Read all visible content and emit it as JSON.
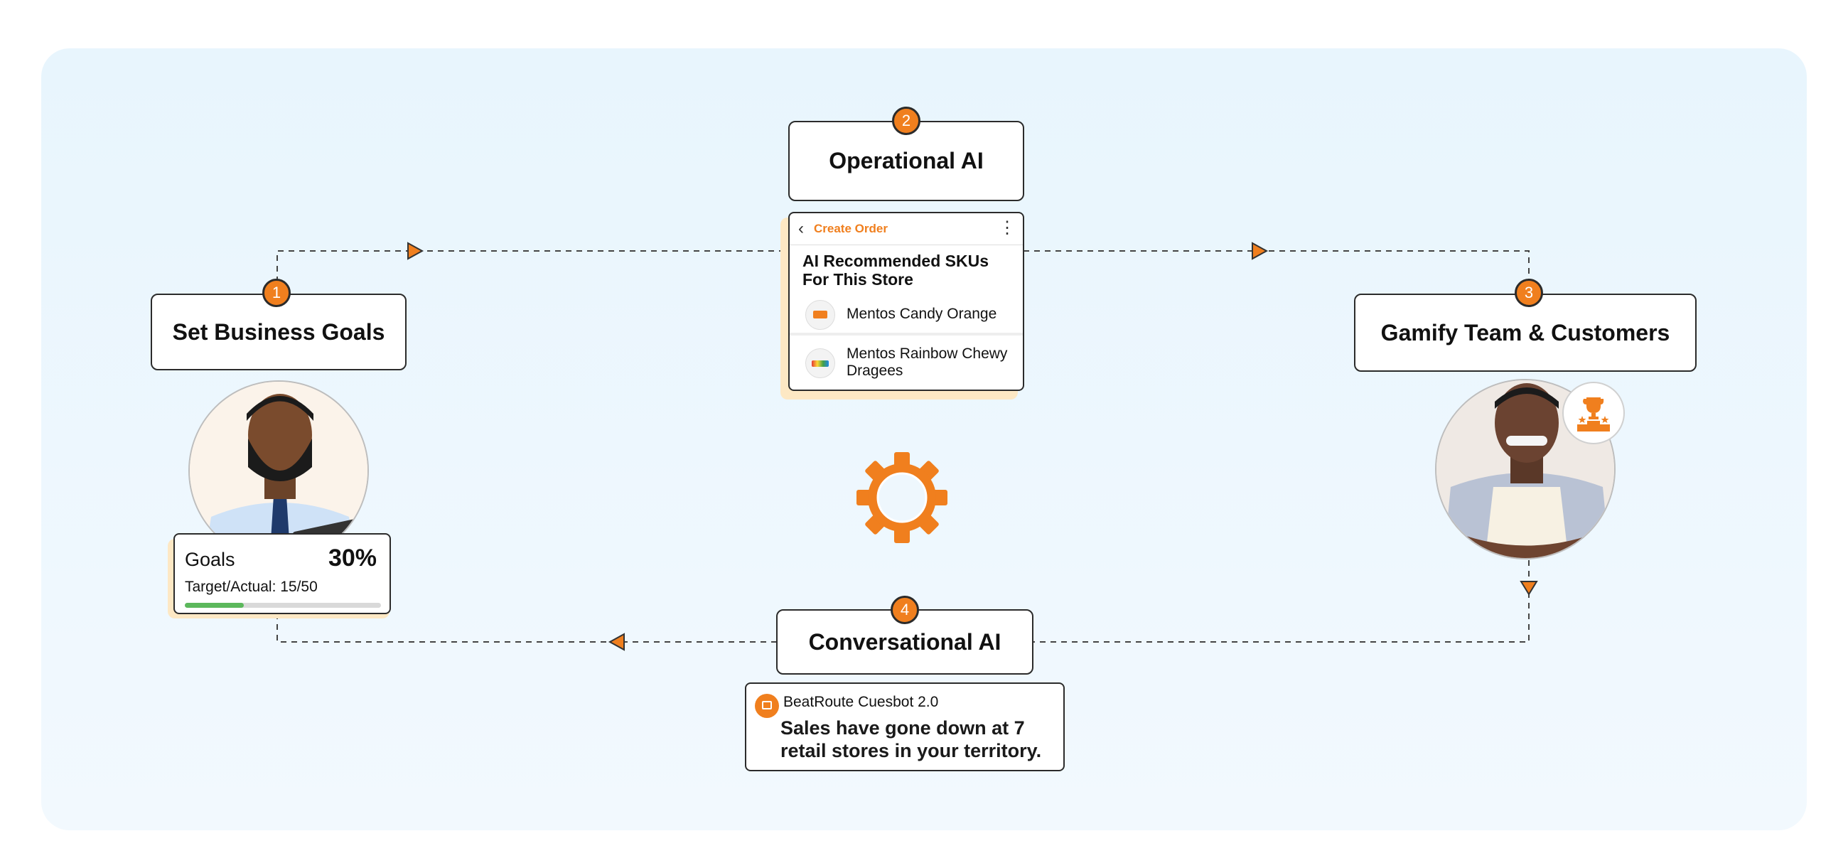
{
  "steps": [
    {
      "num": "1",
      "title": "Set Business Goals"
    },
    {
      "num": "2",
      "title": "Operational AI"
    },
    {
      "num": "3",
      "title": "Gamify Team & Customers"
    },
    {
      "num": "4",
      "title": "Conversational AI"
    }
  ],
  "goals_card": {
    "label": "Goals",
    "percent": "30%",
    "target": "Target/Actual: 15/50",
    "progress": 0.3
  },
  "order_card": {
    "header": "Create Order",
    "title": "AI Recommended SKUs For This Store",
    "items": [
      "Mentos Candy Orange",
      "Mentos Rainbow Chewy Dragees"
    ]
  },
  "chat_card": {
    "bot": "BeatRoute Cuesbot 2.0",
    "message": "Sales have gone down at 7 retail stores in your territory."
  },
  "colors": {
    "accent": "#f07f1e",
    "progress": "#5cb85c",
    "panel": "#eaf6fd"
  },
  "icons": [
    "gear-icon",
    "trophy-icon",
    "chat-icon",
    "back-chevron-icon",
    "kebab-menu-icon"
  ]
}
